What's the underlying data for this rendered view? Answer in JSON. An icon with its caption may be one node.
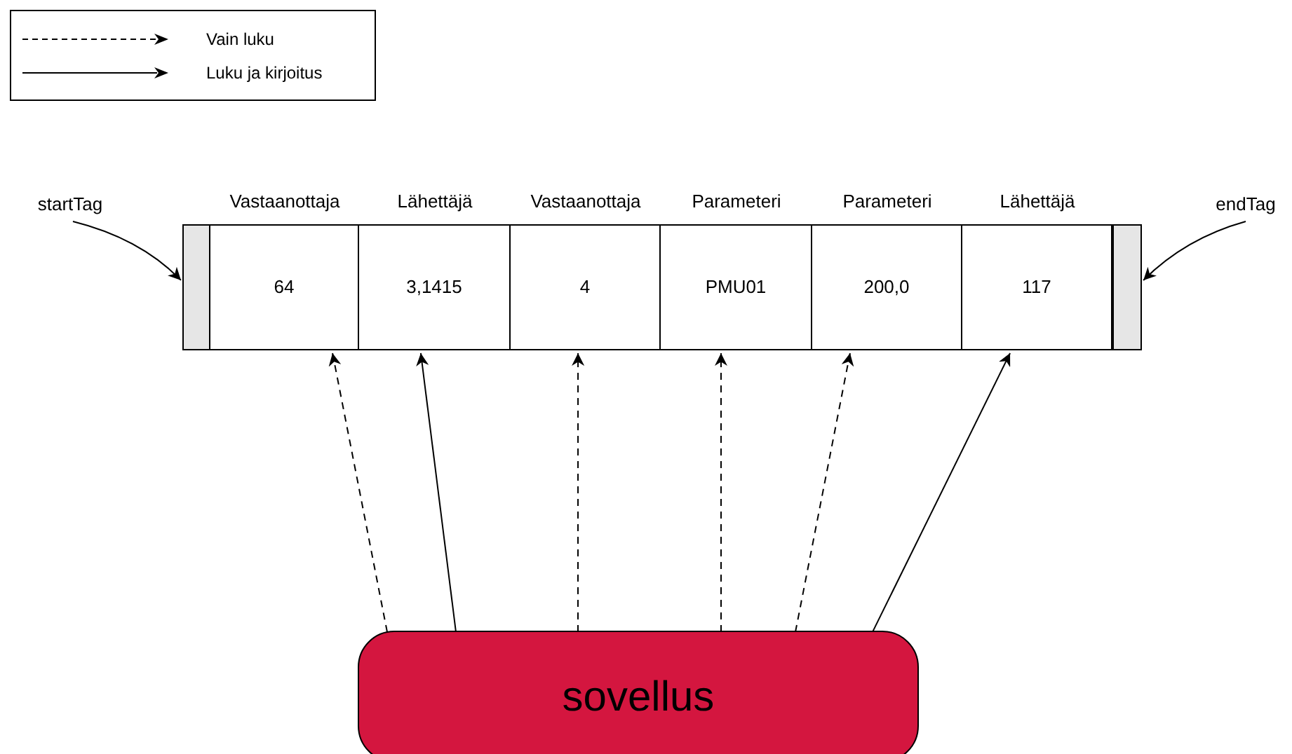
{
  "diagram": {
    "nodes": [
      {
        "text": [
          "startTag"
        ]
      },
      {
        "text": [],
        "shape": "box"
      },
      {
        "text": [
          "Vastaanottaja",
          "64"
        ]
      },
      {
        "text": [
          "Lähettäjä",
          "3,1415"
        ]
      },
      {
        "text": [
          "Vastaanottaja",
          "4"
        ]
      },
      {
        "text": [
          "Parameteri",
          "PMU01"
        ]
      },
      {
        "text": [
          "Parameteri",
          "200,0"
        ]
      },
      {
        "text": [
          "Lähettäjä",
          "117"
        ]
      },
      {
        "text": [],
        "shape": "box"
      },
      {
        "text": [
          "endTag"
        ]
      },
      {
        "text": [
          "sovellus"
        ]
      }
    ],
    "edges": [
      {
        "from": 0,
        "to": 1,
        "arrow": "to"
      },
      {
        "from": 9,
        "to": 8,
        "arrow": "to"
      },
      {
        "from": 10,
        "to": 2,
        "arrow": "to",
        "style": "dashed"
      },
      {
        "from": 10,
        "to": 3,
        "arrow": "to"
      },
      {
        "from": 10,
        "to": 4,
        "arrow": "to",
        "style": "dashed"
      },
      {
        "from": 10,
        "to": 5,
        "arrow": "to",
        "style": "dashed"
      },
      {
        "from": 10,
        "to": 6,
        "arrow": "to",
        "style": "dashed"
      },
      {
        "from": 10,
        "to": 7,
        "arrow": "to"
      }
    ],
    "legend": [
      {
        "text": "Vain luku"
      },
      {
        "text": "Luku ja kirjoitus"
      }
    ]
  }
}
